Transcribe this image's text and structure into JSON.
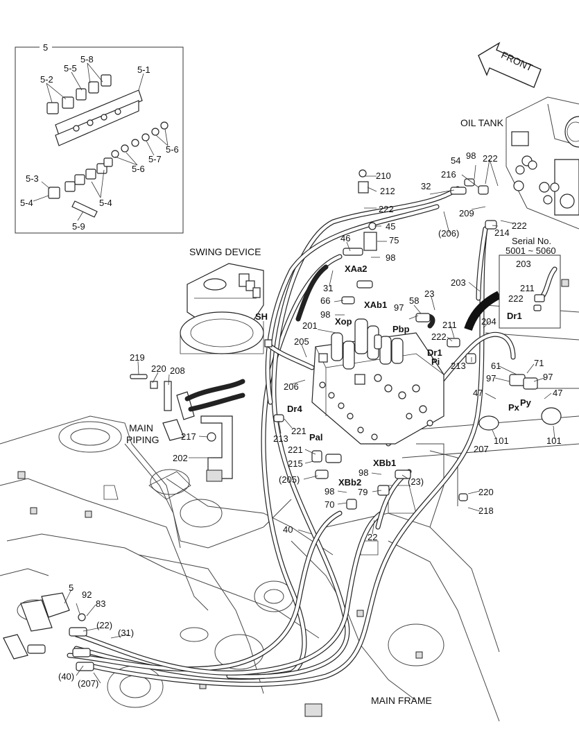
{
  "inset": {
    "number": "5",
    "labels": [
      "5-8",
      "5-5",
      "5-1",
      "5-2",
      "5-3",
      "5-4",
      "5-4",
      "5-9",
      "5-6",
      "5-7",
      "5-6"
    ]
  },
  "titles": {
    "front": "FRONT",
    "oil_tank": "OIL TANK",
    "swing_device": "SWING DEVICE",
    "main_piping_1": "MAIN",
    "main_piping_2": "PIPING",
    "main_frame": "MAIN FRAME"
  },
  "serial_box": {
    "line1": "Serial No.",
    "line2": "5001 ~ 5060",
    "labels": [
      "203",
      "211",
      "222",
      "Dr1"
    ]
  },
  "ports": [
    "SH",
    "XAa2",
    "XAb1",
    "Xop",
    "Pbp",
    "Dr1",
    "Pi",
    "Dr4",
    "Pal",
    "XBb1",
    "XBb2",
    "Px",
    "Py"
  ],
  "part_labels": [
    "210",
    "212",
    "222",
    "45",
    "75",
    "46",
    "98",
    "31",
    "66",
    "98",
    "32",
    "(206)",
    "54",
    "98",
    "222",
    "216",
    "209",
    "214",
    "222",
    "203",
    "23",
    "58",
    "97",
    "211",
    "222",
    "213",
    "204",
    "201",
    "205",
    "206",
    "219",
    "220",
    "208",
    "217",
    "202",
    "213",
    "221",
    "221",
    "215",
    "(205)",
    "98",
    "70",
    "98",
    "79",
    "(23)",
    "61",
    "71",
    "97",
    "97",
    "47",
    "47",
    "101",
    "101",
    "207",
    "220",
    "218",
    "40",
    "22",
    "5",
    "92",
    "83",
    "(22)",
    "(31)",
    "(40)",
    "(207)"
  ]
}
